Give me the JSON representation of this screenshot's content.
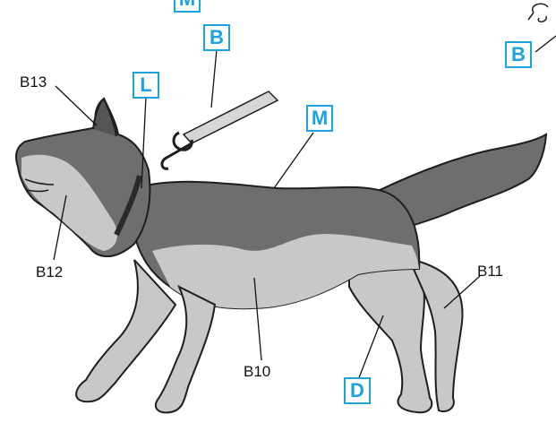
{
  "boxed_labels": {
    "m_top": "M",
    "b_leash": "B",
    "b_right": "B",
    "l_collar": "L",
    "m_back": "M",
    "d_leg": "D"
  },
  "point_labels": {
    "b13": "B13",
    "b12": "B12",
    "b11": "B11",
    "b10": "B10"
  },
  "colors": {
    "label_blue": "#1aa3dc",
    "coat_dark": "#6e6e6e",
    "coat_light": "#c8c8c8",
    "outline": "#1e1e1e",
    "leash": "#d6d6d6"
  }
}
